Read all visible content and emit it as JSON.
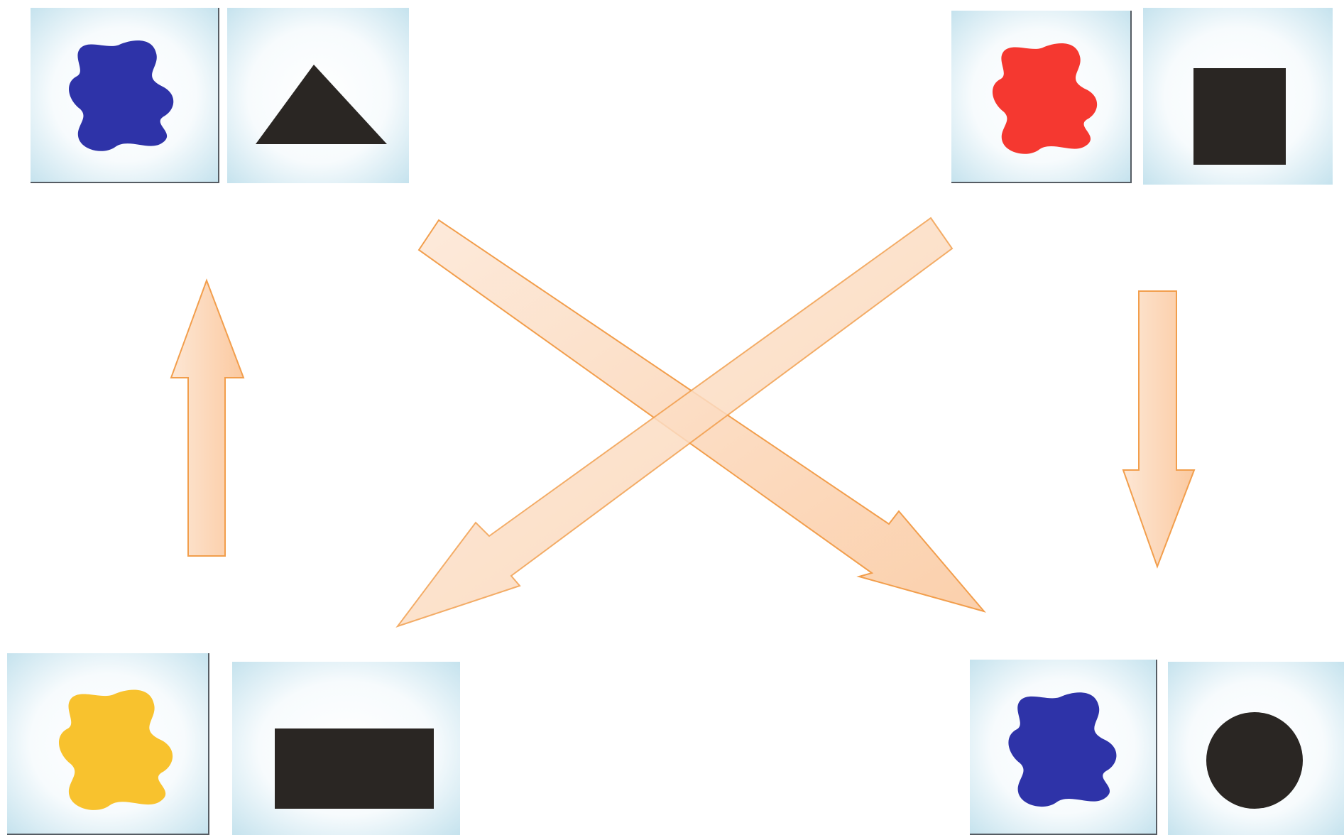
{
  "diagram": {
    "groups": [
      {
        "id": "top-left",
        "blob_color": "#2e33a8",
        "shape": "triangle",
        "shape_color": "#2a2623"
      },
      {
        "id": "top-right",
        "blob_color": "#f53830",
        "shape": "square",
        "shape_color": "#2a2623"
      },
      {
        "id": "bottom-left",
        "blob_color": "#f8c22e",
        "shape": "rectangle",
        "shape_color": "#2a2623"
      },
      {
        "id": "bottom-right",
        "blob_color": "#2e33a8",
        "shape": "circle",
        "shape_color": "#2a2623"
      }
    ],
    "arrows": [
      {
        "from": "bottom-left",
        "to": "top-left",
        "direction": "up"
      },
      {
        "from": "top-right",
        "to": "bottom-right",
        "direction": "down"
      },
      {
        "from": "top-left",
        "to": "bottom-right",
        "direction": "diagonal"
      },
      {
        "from": "top-right",
        "to": "bottom-left",
        "direction": "diagonal"
      }
    ],
    "arrow_fill": "#fddcc0",
    "arrow_stroke": "#f29e4c",
    "card_background": "#dff0f6"
  }
}
